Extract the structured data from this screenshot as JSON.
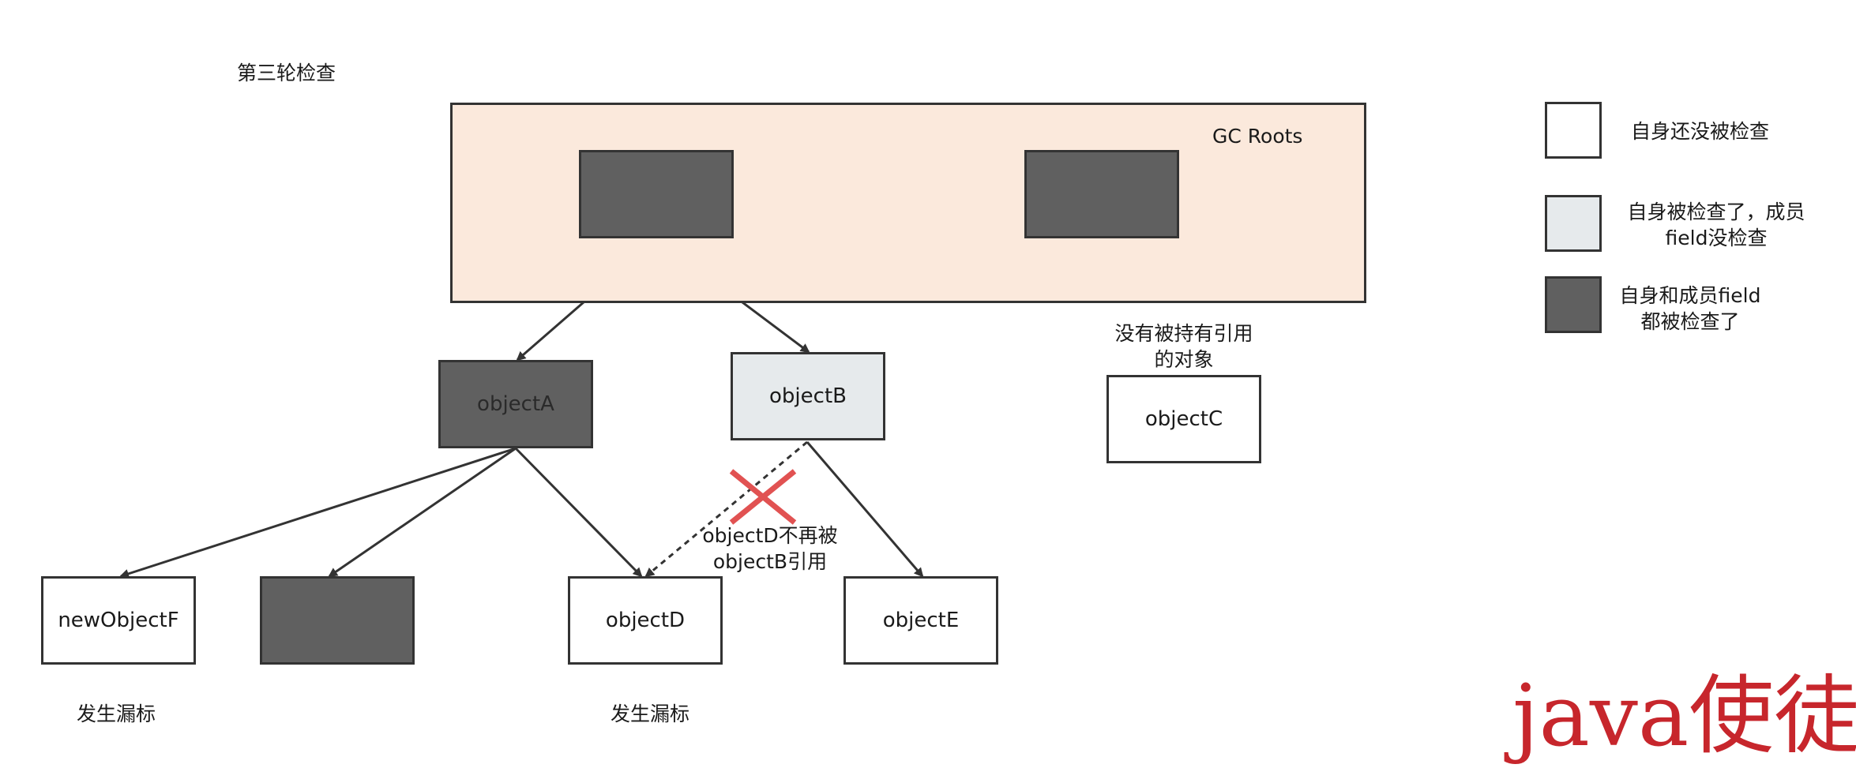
{
  "title": "第三轮检查",
  "gc_roots": {
    "label": "GC Roots"
  },
  "nodes": {
    "objectA": "objectA",
    "objectB": "objectB",
    "objectC": "objectC",
    "objectD": "objectD",
    "objectE": "objectE",
    "newObjectF": "newObjectF"
  },
  "annotations": {
    "unreferenced": [
      "没有被持有引用",
      "的对象"
    ],
    "removed_ref": [
      "objectD不再被",
      "objectB引用"
    ],
    "marking_left": "发生漏标",
    "marking_mid": "发生漏标"
  },
  "legend": [
    {
      "lines": [
        "自身还没被检查"
      ],
      "fill": "#ffffff"
    },
    {
      "lines": [
        "自身被检查了，成员",
        "field没检查"
      ],
      "fill": "#e6eaec"
    },
    {
      "lines": [
        "自身和成员field",
        "都被检查了"
      ],
      "fill": "#606060"
    }
  ],
  "watermark": "java使徒",
  "colors": {
    "gc_fill": "#fbe9dc",
    "dark": "#606060",
    "gray": "#e6eaec",
    "cross": "#e15252",
    "watermark": "#c7262c"
  }
}
